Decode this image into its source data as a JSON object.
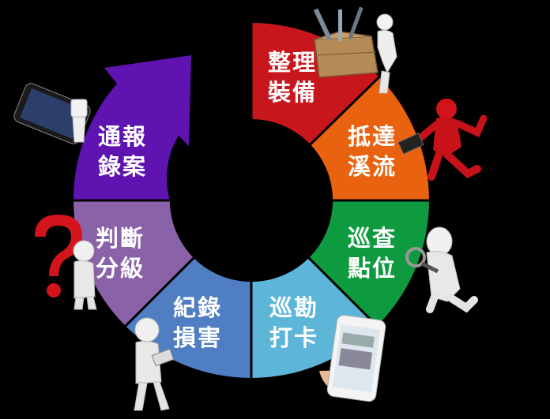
{
  "cycle": {
    "background": "#000000",
    "steps": [
      {
        "id": "prepare",
        "line1": "整理",
        "line2": "裝備",
        "color": "#c8161d",
        "icon": "toolbox-figure-icon"
      },
      {
        "id": "dispatch",
        "line1": "抵達",
        "line2": "溪流",
        "color": "#e8620f",
        "icon": "running-figure-icon"
      },
      {
        "id": "inspect",
        "line1": "巡查",
        "line2": "點位",
        "color": "#0e9a3e",
        "icon": "magnifier-figure-icon"
      },
      {
        "id": "checkin",
        "line1": "巡勘",
        "line2": "打卡",
        "color": "#5db6d8",
        "icon": "smartphone-hand-icon"
      },
      {
        "id": "record",
        "line1": "紀錄",
        "line2": "損害",
        "color": "#4f7fc2",
        "icon": "tablet-figure-icon"
      },
      {
        "id": "assess",
        "line1": "判斷",
        "line2": "分級",
        "color": "#8a62a8",
        "icon": "question-mark-figure-icon"
      },
      {
        "id": "report",
        "line1": "通報",
        "line2": "錄案",
        "color": "#5f14b2",
        "icon": "phone-figure-icon"
      }
    ]
  }
}
